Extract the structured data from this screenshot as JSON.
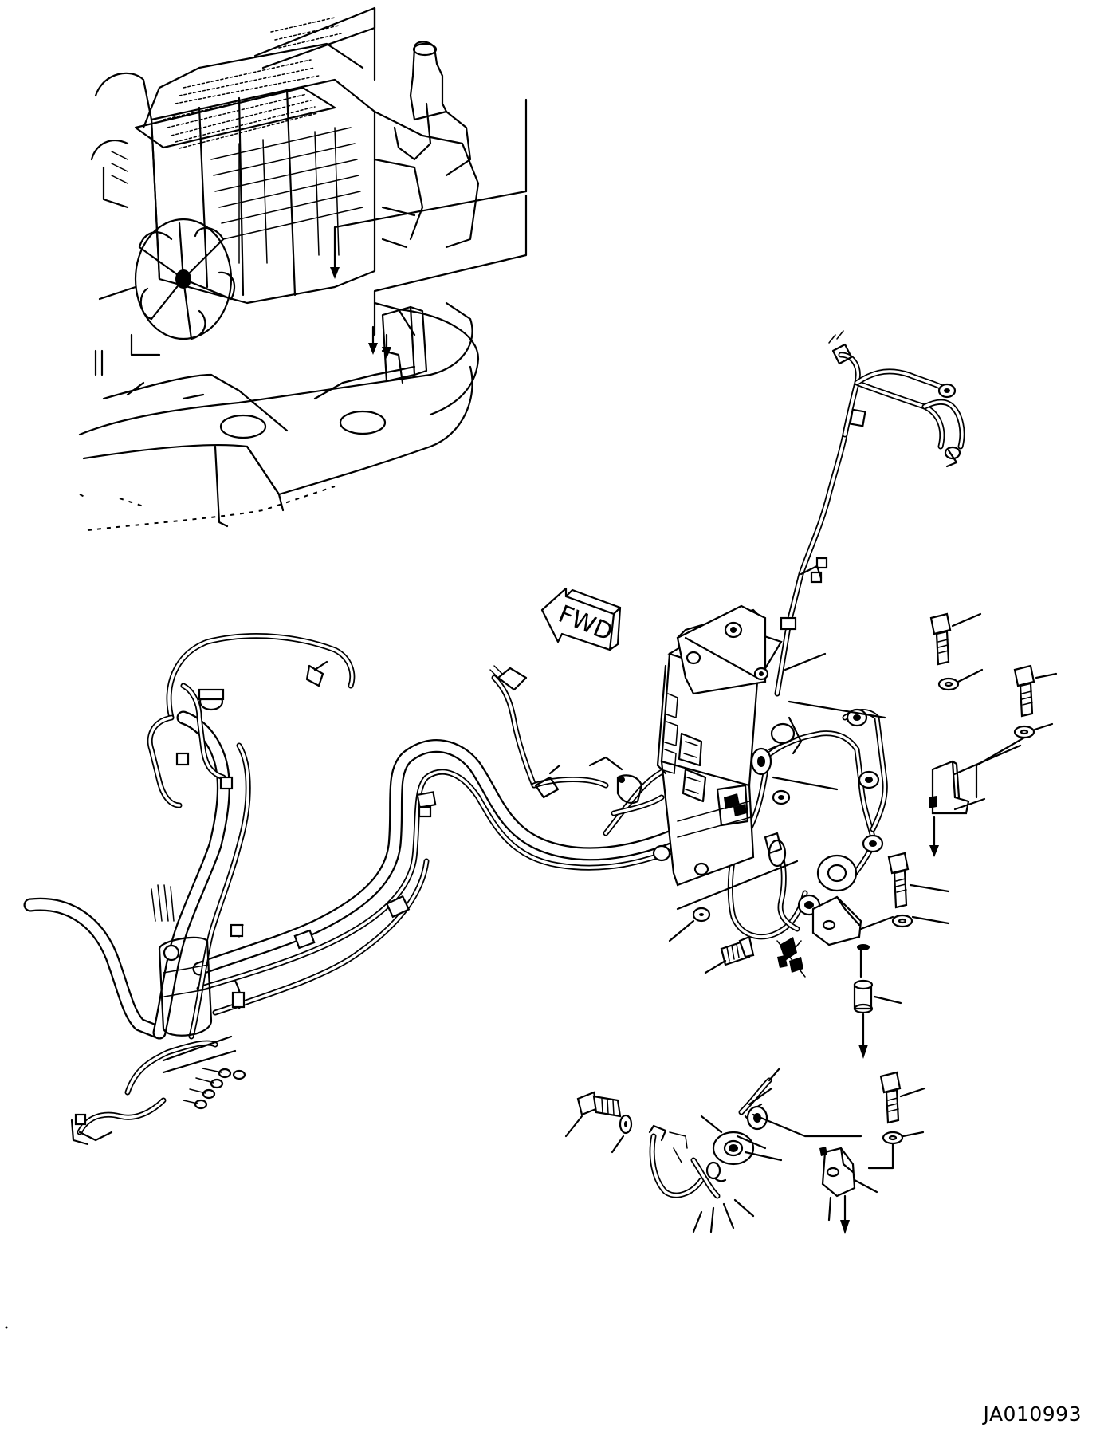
{
  "diagram": {
    "direction_arrow_label": "FWD",
    "drawing_number": "JA010993",
    "components": [
      "engine-assembly-inset",
      "controller-box",
      "wiring-harness",
      "bolt",
      "washer",
      "bracket",
      "collar",
      "connector",
      "clamp"
    ]
  }
}
